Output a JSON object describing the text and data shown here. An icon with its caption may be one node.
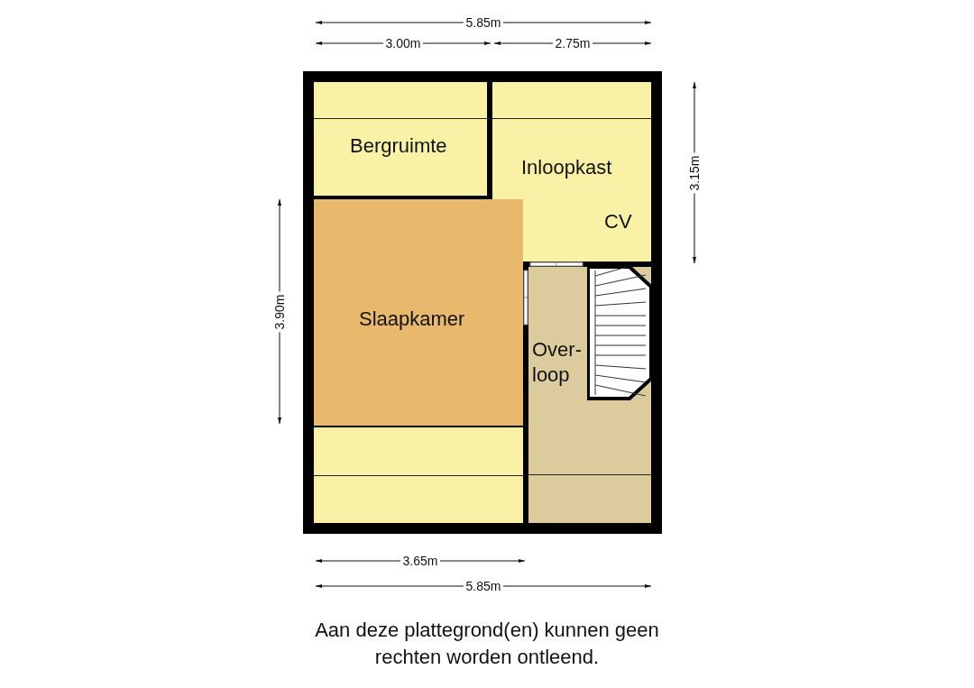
{
  "diagram": {
    "caption": "Aan deze plattegrond(en) kunnen geen rechten worden ontleend.",
    "nodes": [
      {
        "text": [
          "Bergruimte"
        ]
      },
      {
        "text": [
          "Inloopkast",
          "CV"
        ]
      },
      {
        "text": [
          "Slaapkamer"
        ]
      },
      {
        "text": [
          "Over-loop"
        ]
      }
    ],
    "labels": [
      "5.85m",
      "3.00m",
      "2.75m",
      "3.15m",
      "3.90m",
      "3.65m",
      "5.85m"
    ]
  }
}
